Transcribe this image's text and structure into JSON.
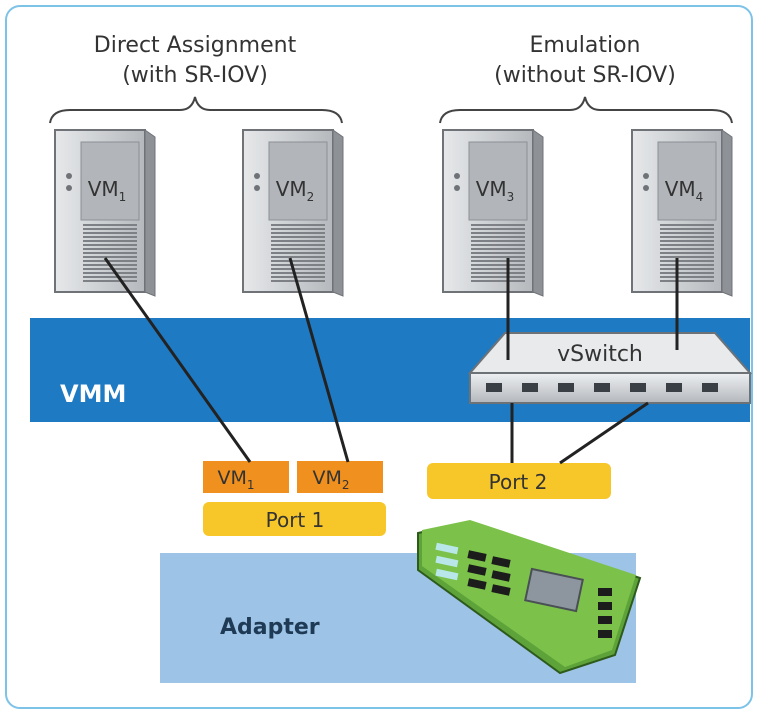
{
  "groups": {
    "left_line1": "Direct Assignment",
    "left_line2": "(with SR-IOV)",
    "right_line1": "Emulation",
    "right_line2": "(without SR-IOV)"
  },
  "vms": [
    {
      "base": "VM",
      "sub": "1"
    },
    {
      "base": "VM",
      "sub": "2"
    },
    {
      "base": "VM",
      "sub": "3"
    },
    {
      "base": "VM",
      "sub": "4"
    }
  ],
  "vmm_label": "VMM",
  "vswitch_label": "vSwitch",
  "vf_slots": [
    {
      "base": "VM",
      "sub": "1"
    },
    {
      "base": "VM",
      "sub": "2"
    }
  ],
  "port1_label": "Port 1",
  "port2_label": "Port 2",
  "adapter_label": "Adapter",
  "colors": {
    "vmm_band": "#1f7ac4",
    "adapter_band": "#9dc3e6",
    "vf_slot": "#f0901e",
    "port": "#f7c72a",
    "server_body": "#c9cccf",
    "nic_board": "#7cc24a"
  }
}
